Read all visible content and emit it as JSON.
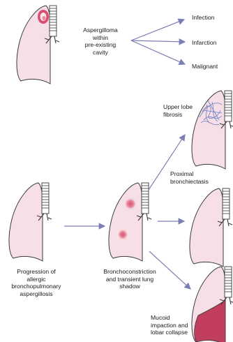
{
  "top": {
    "source_label": [
      "Aspergilloma",
      "within",
      "pre-existing",
      "cavity"
    ],
    "outcomes": [
      "Infection",
      "Infarction",
      "Malignant"
    ]
  },
  "bottom": {
    "progression_label": [
      "Progression of",
      "allergic",
      "bronchopulmonary",
      "aspergillosis"
    ],
    "middle_label": [
      "Bronchoconstriction",
      "and transient lung",
      "shadow"
    ],
    "fibrosis_label": [
      "Upper lobe",
      "fibrosis"
    ],
    "bronchiectasis_label": [
      "Proximal",
      "bronchiectasis"
    ],
    "collapse_label": [
      "Mucoid",
      "impaction and",
      "lobar collapse"
    ]
  },
  "colors": {
    "lung_fill": "#f6dfe6",
    "lung_stroke": "#3a3a3a",
    "arrow": "#7b7fb3",
    "lesion": "#d9506e",
    "collapse": "#c23e5f",
    "fibrosis": "#6b7fc4"
  }
}
